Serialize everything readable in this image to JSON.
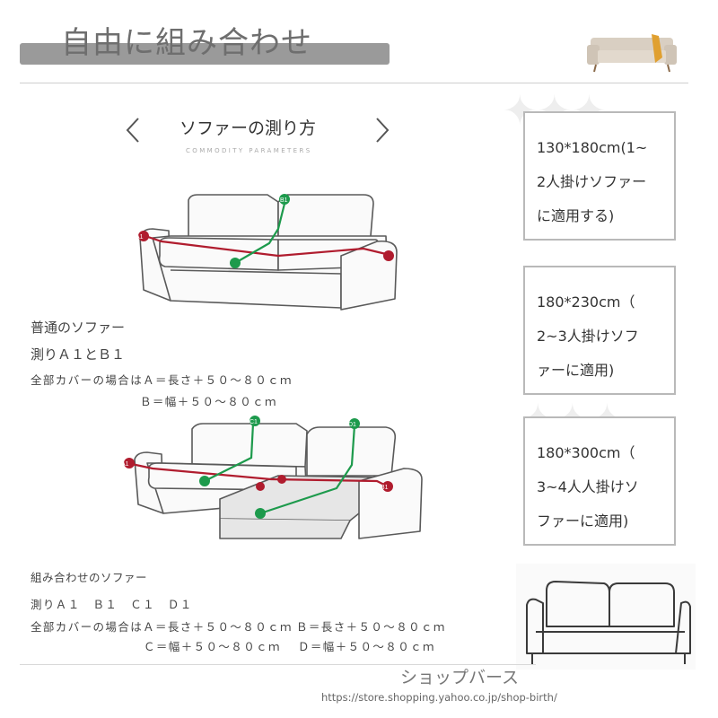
{
  "header": {
    "title": "自由に組み合わせ"
  },
  "nav": {
    "title": "ソファーの測り方",
    "subtitle": "COMMODITY PARAMETERS"
  },
  "markers": {
    "a1": "A1",
    "b1": "B1",
    "c1": "C1",
    "d1": "D1"
  },
  "standard": {
    "heading": "普通のソファー",
    "measure": "測りＡ１とＢ１",
    "cover_line1": "全部カバーの場合はＡ＝長さ＋５０～８０ｃｍ",
    "cover_line2": "Ｂ＝幅＋５０～８０ｃｍ"
  },
  "combo": {
    "heading": "組み合わせのソファー",
    "measure": "測りＡ１　Ｂ１　Ｃ１　Ｄ１",
    "cover_line1a": "全部カバーの場合はＡ＝長さ＋５０～８０ｃｍ",
    "cover_line1b": "Ｂ＝長さ＋５０～８０ｃｍ",
    "cover_line2a": "Ｃ＝幅＋５０～８０ｃｍ",
    "cover_line2b": "Ｄ＝幅＋５０～８０ｃｍ"
  },
  "sizes": [
    {
      "line1": "130*180cm(1~",
      "line2": "2人掛けソファー",
      "line3": "に適用する)"
    },
    {
      "line1": "180*230cm（",
      "line2": "2~3人掛けソフ",
      "line3": "ァーに適用)"
    },
    {
      "line1": "180*300cm（",
      "line2": "3~4人人掛けソ",
      "line3": "ファーに適用)"
    }
  ],
  "footer": {
    "brand": "ショップバース",
    "url": "https://store.shopping.yahoo.co.jp/shop-birth/"
  },
  "colors": {
    "accent_red": "#b01c2e",
    "accent_green": "#1d9a4c",
    "header_bar": "#9a9a9a"
  }
}
